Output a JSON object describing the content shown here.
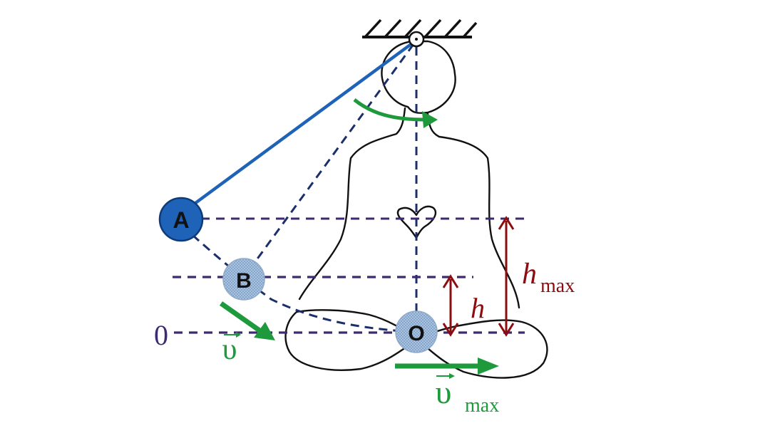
{
  "labels": {
    "point_a": "A",
    "point_b": "B",
    "point_o": "O",
    "zero_level": "0",
    "velocity": "υ",
    "velocity_max": "υ",
    "velocity_max_sub": "max",
    "height": "h",
    "height_max": "h",
    "height_max_sub": "max"
  },
  "colors": {
    "pendulum_blue": "#1f63b8",
    "ball_b_fill": "#9fbad8",
    "dashed_navy": "#1b2f6b",
    "dashed_purple": "#3d2a70",
    "arrow_green": "#1e9a3c",
    "height_red": "#8b0d10",
    "outline": "#111111"
  }
}
